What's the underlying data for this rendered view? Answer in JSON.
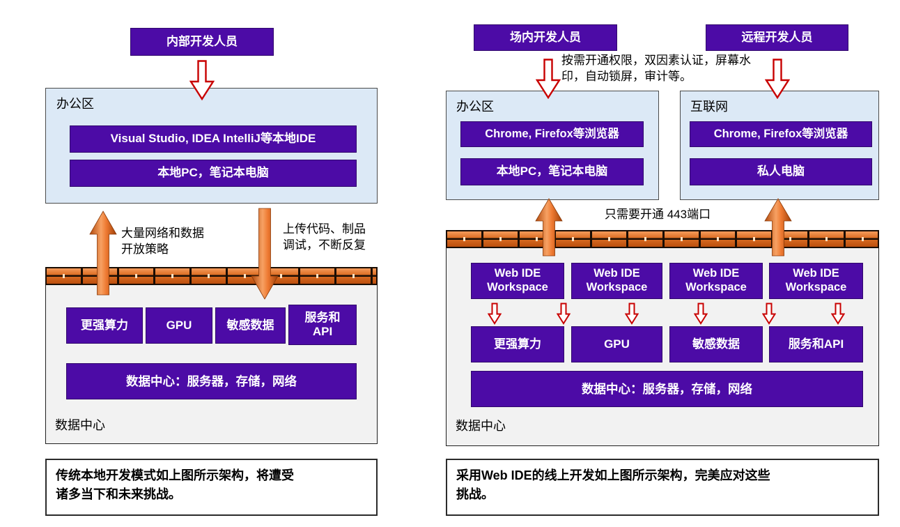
{
  "colors": {
    "purple": "#4C0BA6",
    "purple-border": "#30076B",
    "orange": "#E06A26",
    "red": "#C80000",
    "zone-blue": "#DCE9F6",
    "zone-gray": "#F2F2F2"
  },
  "left": {
    "actor": "内部开发人员",
    "office": {
      "label": "办公区",
      "ide": "Visual Studio, IDEA IntelliJ等本地IDE",
      "pc": "本地PC，笔记本电脑"
    },
    "up_arrow_label": "大量网络和数据\n开放策略",
    "down_arrow_label": "上传代码、制品\n调试，不断反复",
    "datacenter": {
      "label": "数据中心",
      "resources": [
        "更强算力",
        "GPU",
        "敏感数据",
        "服务和\nAPI"
      ],
      "base": "数据中心：服务器，存储，网络"
    },
    "caption": "传统本地开发模式如上图所示架构，将遭受\n诸多当下和未来挑战。"
  },
  "right": {
    "actors": [
      "场内开发人员",
      "远程开发人员"
    ],
    "security_note": "按需开通权限，双因素认证，屏幕水\n印，自动锁屏，审计等。",
    "office": {
      "label": "办公区",
      "browser": "Chrome, Firefox等浏览器",
      "pc": "本地PC，笔记本电脑"
    },
    "internet": {
      "label": "互联网",
      "browser": "Chrome, Firefox等浏览器",
      "pc": "私人电脑"
    },
    "port_note": "只需要开通 443端口",
    "workspaces": [
      "Web IDE\nWorkspace",
      "Web IDE\nWorkspace",
      "Web IDE\nWorkspace",
      "Web IDE\nWorkspace"
    ],
    "datacenter": {
      "label": "数据中心",
      "resources": [
        "更强算力",
        "GPU",
        "敏感数据",
        "服务和API"
      ],
      "base": "数据中心：服务器，存储，网络"
    },
    "caption": "采用Web IDE的线上开发如上图所示架构，完美应对这些\n挑战。"
  }
}
